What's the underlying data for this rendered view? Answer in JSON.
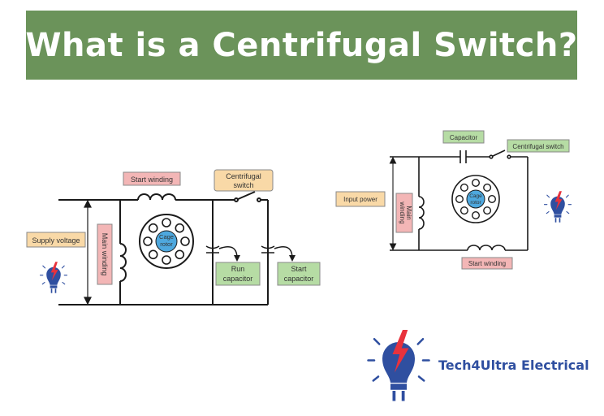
{
  "banner": {
    "title": "What is a Centrifugal Switch?"
  },
  "left_circuit": {
    "start_winding": "Start winding",
    "centrifugal_switch": [
      "Centrifugal",
      "switch"
    ],
    "main_winding": "Main winding",
    "rotor": [
      "Cage",
      "rotor"
    ],
    "supply_voltage": "Supply voltage",
    "run_capacitor": [
      "Run",
      "capacitor"
    ],
    "start_capacitor": [
      "Start",
      "capacitor"
    ]
  },
  "right_circuit": {
    "capacitor": "Capacitor",
    "centrifugal_switch": "Centrifugal switch",
    "input_power": "Input power",
    "main_winding": [
      "Main",
      "winding"
    ],
    "rotor": [
      "Cage",
      "rotor"
    ],
    "start_winding": "Start winding"
  },
  "brand": {
    "name": "Tech4Ultra Electrical"
  },
  "colors": {
    "banner": "#6b935a",
    "label_green": "#b6dca4",
    "label_orange": "#f9d9a7",
    "label_pink": "#f3b6b6",
    "rotor_blue": "#4ea8de",
    "brand_blue": "#2f4fa0",
    "brand_red": "#e8323c"
  },
  "icons": [
    "lightbulb-plug-logo-icon"
  ]
}
